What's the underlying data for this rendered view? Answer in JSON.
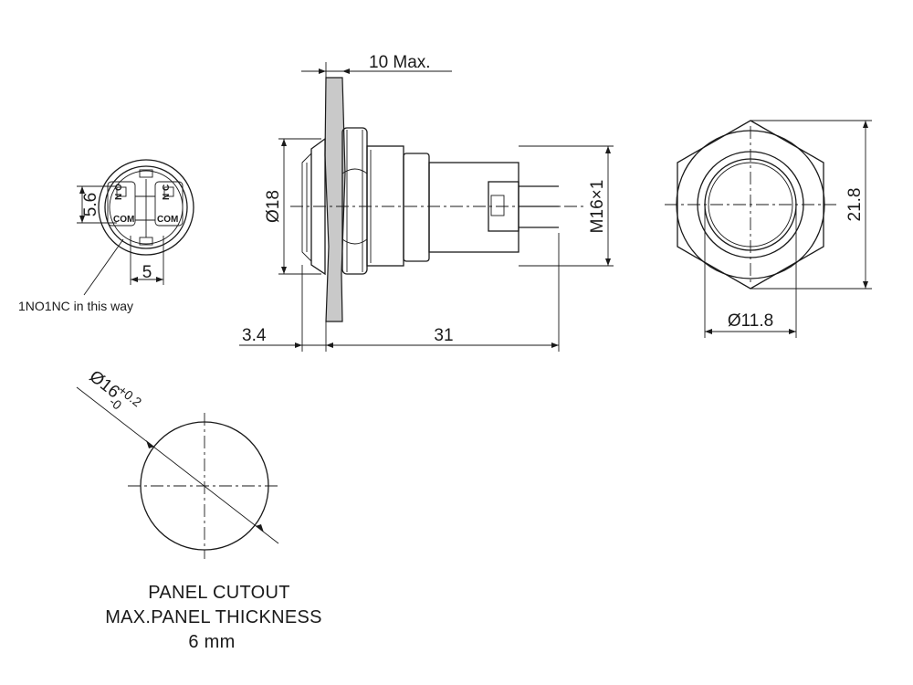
{
  "dimensions": {
    "panel_max": "10 Max.",
    "body_diameter": "Ø18",
    "thread": "M16×1",
    "flange": "3.4",
    "length": "31",
    "hex_height": "21.8",
    "lens_diameter": "Ø11.8",
    "pin_pitch_v": "5.6",
    "pin_pitch_h": "5",
    "cutout_diameter": "Ø16",
    "cutout_tol_plus": "+0.2",
    "cutout_tol_minus": "-0"
  },
  "pins": {
    "no_left": "N O",
    "nc_right": "N C",
    "com_left": "COM",
    "com_right": "COM"
  },
  "notes": {
    "wiring": "1NO1NC in this way",
    "cutout_title": "PANEL CUTOUT",
    "thickness": "MAX.PANEL THICKNESS",
    "thickness_value": "6 mm"
  }
}
